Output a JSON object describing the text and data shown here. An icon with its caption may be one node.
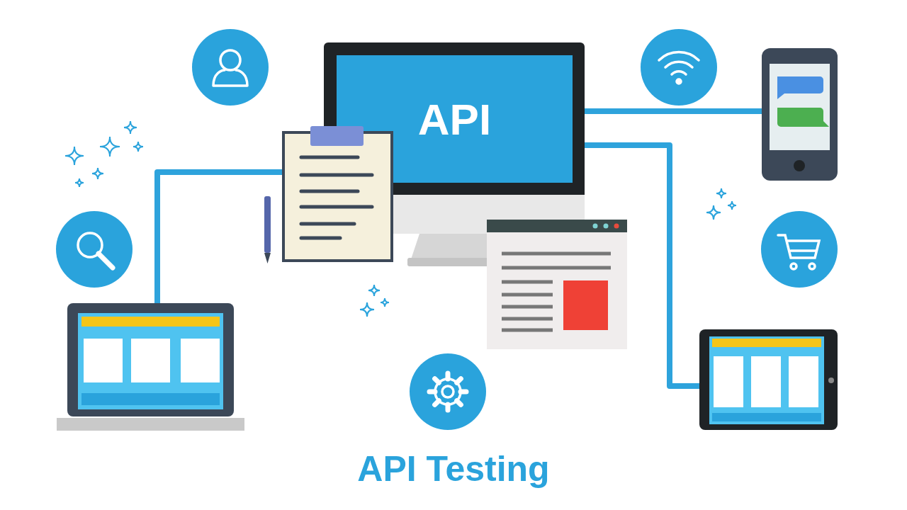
{
  "diagram": {
    "title": "API Testing",
    "nodes": [
      {
        "text": [
          "API"
        ]
      },
      {
        "text": [],
        "shape": "picture"
      },
      {
        "text": [],
        "shape": "picture"
      },
      {
        "text": [],
        "shape": "picture"
      }
    ],
    "edges": [
      {
        "from": 0,
        "to": 1,
        "arrow": "none"
      },
      {
        "from": 0,
        "to": 2,
        "arrow": "none"
      },
      {
        "from": 0,
        "to": 3,
        "arrow": "none"
      }
    ]
  }
}
